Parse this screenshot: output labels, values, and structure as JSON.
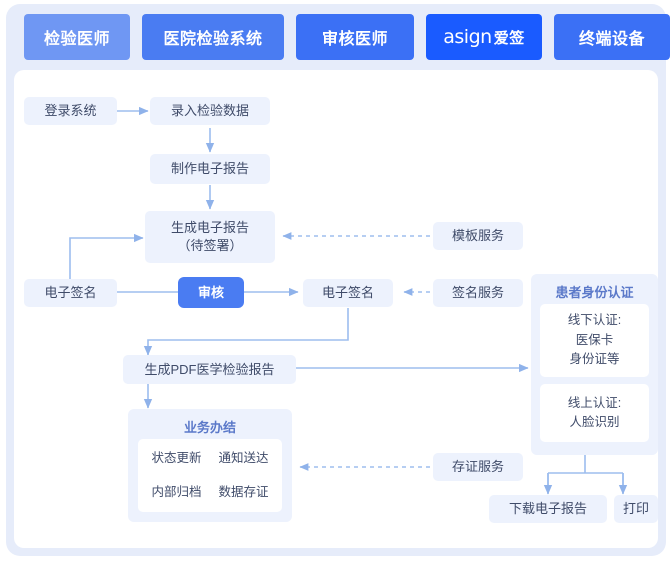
{
  "header": {
    "tabs": [
      {
        "label": "检验医师",
        "color": "#6f97f3"
      },
      {
        "label": "医院检验系统",
        "color": "#4a7cf2"
      },
      {
        "label": "审核医师",
        "color": "#3b70f5"
      },
      {
        "label": "asign",
        "label_cn": "爱签",
        "color": "#1a5bff"
      },
      {
        "label": "终端设备",
        "color": "#3b70f5"
      }
    ]
  },
  "nodes": {
    "login": "登录系统",
    "input_data": "录入检验数据",
    "make_report": "制作电子报告",
    "gen_report": "生成电子报告\n（待签署）",
    "gen_report_line1": "生成电子报告",
    "gen_report_line2": "（待签署）",
    "esign_left": "电子签名",
    "review": "审核",
    "esign_right": "电子签名",
    "template_service": "模板服务",
    "sign_service": "签名服务",
    "gen_pdf": "生成PDF医学检验报告",
    "evidence_service": "存证服务",
    "download_report": "下载电子报告",
    "print": "打印"
  },
  "business_panel": {
    "title": "业务办结",
    "items": [
      "状态更新",
      "通知送达",
      "内部归档",
      "数据存证"
    ]
  },
  "identity_panel": {
    "title": "患者身份认证",
    "offline": {
      "line1": "线下认证:",
      "line2": "医保卡",
      "line3": "身份证等"
    },
    "online": {
      "line1": "线上认证:",
      "line2": "人脸识别"
    }
  },
  "colors": {
    "card_outer": "#e6ecfa",
    "card_inner": "#ffffff",
    "node_fill": "#edf2fd",
    "node_text": "#3f4b69",
    "accent": "#4a7cf2",
    "brand": "#1a5bff",
    "wire": "#9dbdee",
    "panel_title": "#5b79c9"
  }
}
